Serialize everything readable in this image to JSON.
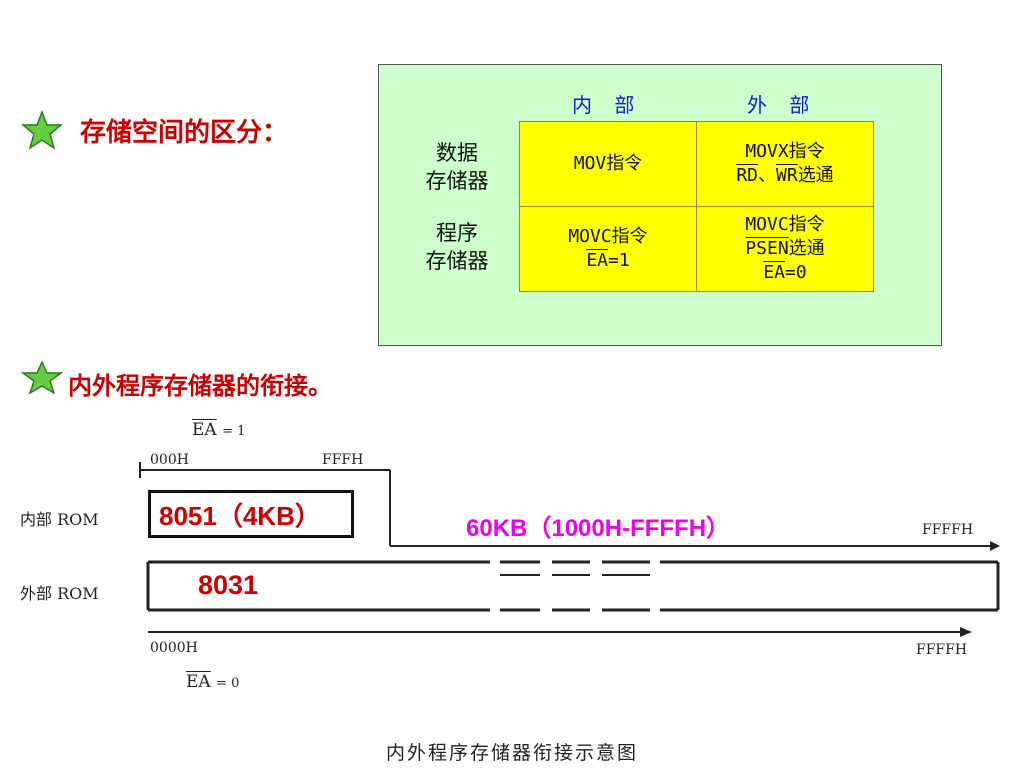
{
  "section1": {
    "title": "存储空间的区分：",
    "icon": "star-icon"
  },
  "table": {
    "col_internal": "内 部",
    "col_external": "外 部",
    "row_data_line1": "数据",
    "row_data_line2": "存储器",
    "row_prog_line1": "程序",
    "row_prog_line2": "存储器",
    "data_internal": "MOV指令",
    "data_external_line1": "MOVX指令",
    "data_external_rd": "RD",
    "data_external_sep": "、",
    "data_external_wr": "WR",
    "data_external_suffix": "选通",
    "prog_internal_line1": "MOVC指令",
    "prog_internal_ea": "EA",
    "prog_internal_ea_val": "=1",
    "prog_external_line1": "MOVC指令",
    "prog_external_psen": "PSEN",
    "prog_external_psen_suffix": "选通",
    "prog_external_ea": "EA",
    "prog_external_ea_val": "=0"
  },
  "section2": {
    "title": "内外程序存储器的衔接。",
    "icon": "star-icon"
  },
  "diagram": {
    "ea1_ov": "EA",
    "ea1_val": "= 1",
    "addr_000h": "000H",
    "addr_fffh": "FFFH",
    "internal_rom": "内部 ROM",
    "external_rom": "外部 ROM",
    "chip_8051": "8051（4KB）",
    "chip_8031": "8031",
    "range_60kb": "60KB（1000H-FFFFH）",
    "addr_ffffh_top": "FFFFH",
    "addr_0000h": "0000H",
    "addr_ffffh_bottom": "FFFFH",
    "ea0_ov": "EA",
    "ea0_val": "= 0",
    "caption": "内外程序存储器衔接示意图"
  }
}
